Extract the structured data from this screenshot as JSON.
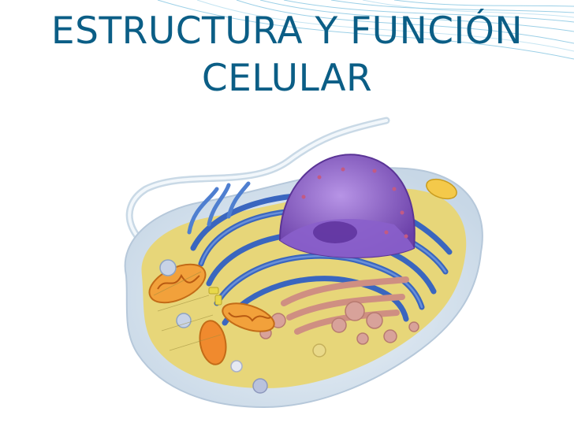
{
  "slide": {
    "title_line1": "ESTRUCTURA Y FUNCIÓN",
    "title_line2": "CELULAR"
  },
  "illustration": {
    "subject": "animal-cell-cross-section",
    "colors": {
      "membrane": "#dfe9f3",
      "cytoplasm": "#e9d97a",
      "reticulum": "#3f6fc4",
      "nucleus": "#8e62c8",
      "golgi": "#d79a8c",
      "mitochondria": "#f2a13b",
      "flagellum": "#d9e6ef"
    }
  },
  "theme": {
    "title_color": "#0b5e86",
    "wave_color": "#4aa9d3",
    "background": "#ffffff"
  }
}
